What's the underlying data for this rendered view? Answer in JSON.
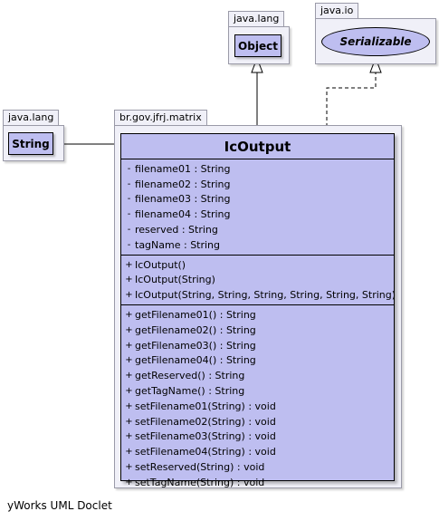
{
  "packages": {
    "java_lang_object": {
      "name": "java.lang",
      "class_name": "Object"
    },
    "java_io": {
      "name": "java.io",
      "interface_name": "Serializable"
    },
    "java_lang_string": {
      "name": "java.lang",
      "class_name": "String"
    },
    "matrix": {
      "name": "br.gov.jfrj.matrix"
    }
  },
  "main_class": {
    "name": "IcOutput",
    "attributes": [
      {
        "vis": "-",
        "text": "filename01 : String"
      },
      {
        "vis": "-",
        "text": "filename02 : String"
      },
      {
        "vis": "-",
        "text": "filename03 : String"
      },
      {
        "vis": "-",
        "text": "filename04 : String"
      },
      {
        "vis": "-",
        "text": "reserved : String"
      },
      {
        "vis": "-",
        "text": "tagName : String"
      }
    ],
    "constructors": [
      {
        "vis": "+",
        "text": "IcOutput()"
      },
      {
        "vis": "+",
        "text": "IcOutput(String)"
      },
      {
        "vis": "+",
        "text": "IcOutput(String, String, String, String, String, String)"
      }
    ],
    "methods": [
      {
        "vis": "+",
        "text": "getFilename01() : String"
      },
      {
        "vis": "+",
        "text": "getFilename02() : String"
      },
      {
        "vis": "+",
        "text": "getFilename03() : String"
      },
      {
        "vis": "+",
        "text": "getFilename04() : String"
      },
      {
        "vis": "+",
        "text": "getReserved() : String"
      },
      {
        "vis": "+",
        "text": "getTagName() : String"
      },
      {
        "vis": "+",
        "text": "setFilename01(String) : void"
      },
      {
        "vis": "+",
        "text": "setFilename02(String) : void"
      },
      {
        "vis": "+",
        "text": "setFilename03(String) : void"
      },
      {
        "vis": "+",
        "text": "setFilename04(String) : void"
      },
      {
        "vis": "+",
        "text": "setReserved(String) : void"
      },
      {
        "vis": "+",
        "text": "setTagName(String) : void"
      }
    ]
  },
  "footer": "yWorks UML Doclet"
}
